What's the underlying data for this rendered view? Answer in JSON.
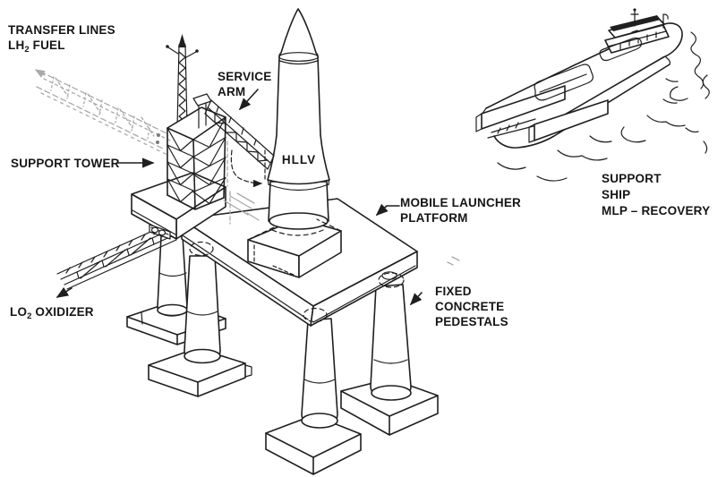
{
  "colors": {
    "background": "#ffffff",
    "ink": "#1f1f1f",
    "faint_sketch": "#a9a9a9"
  },
  "labels": {
    "transfer_lines": {
      "line1": "TRANSFER LINES",
      "chem": "LH",
      "chem_sub": "2",
      "chem_rest": " FUEL"
    },
    "support_tower": {
      "text": "SUPPORT TOWER"
    },
    "service_arm": {
      "line1": "SERVICE",
      "line2": "ARM"
    },
    "hllv": {
      "text": "HLLV"
    },
    "mobile_launcher_platform": {
      "line1": "MOBILE LAUNCHER",
      "line2": "PLATFORM"
    },
    "fixed_concrete_pedestals": {
      "line1": "FIXED",
      "line2": "CONCRETE",
      "line3": "PEDESTALS"
    },
    "lo2_oxidizer": {
      "chem": "LO",
      "chem_sub": "2",
      "chem_rest": " OXIDIZER"
    },
    "support_ship": {
      "line1": "SUPPORT",
      "line2": "SHIP",
      "line3": "MLP – RECOVERY"
    }
  }
}
